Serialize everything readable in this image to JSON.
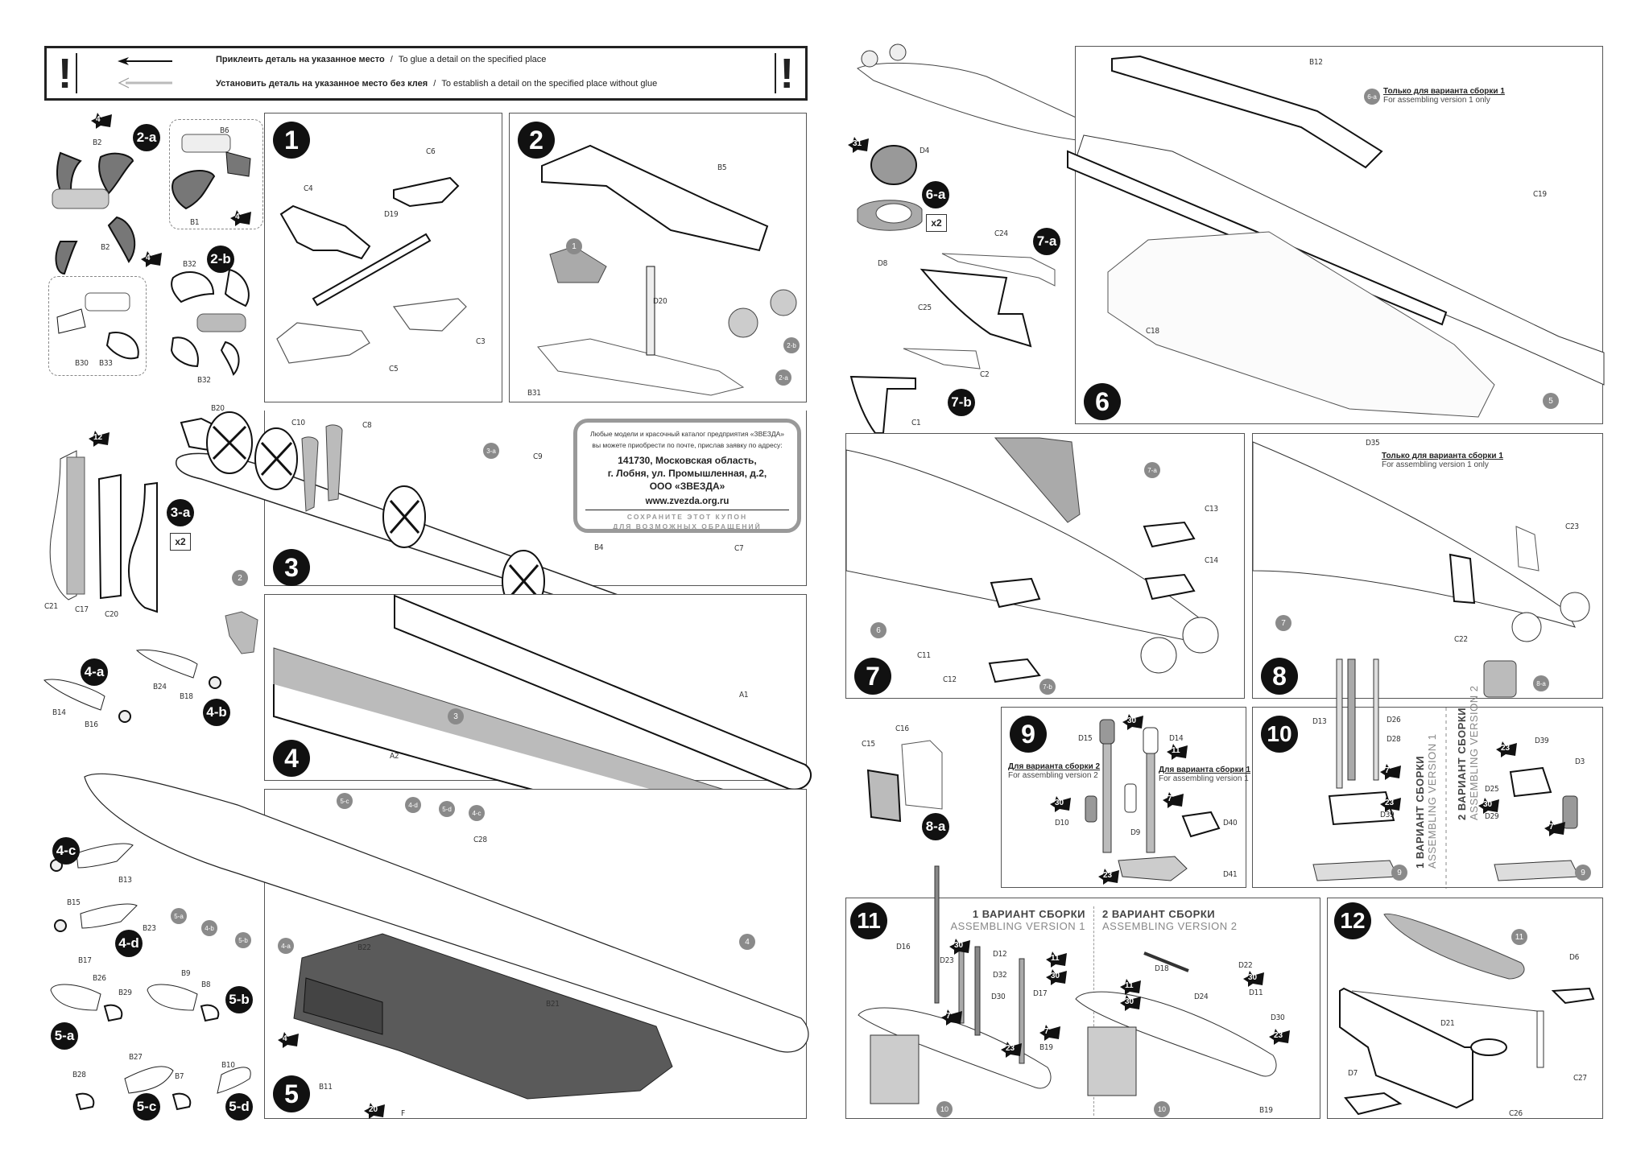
{
  "legend": {
    "glue_ru": "Приклеить деталь на указанное место",
    "glue_en": "To glue a detail on the specified place",
    "noglue_ru": "Установить деталь на указанное место без клея",
    "noglue_en": "To establish a detail on the specified place without glue",
    "separator": "/",
    "warning_mark": "!"
  },
  "coupon": {
    "line1": "Любые модели и красочный каталог предприятия «ЗВЕЗДА»",
    "line2": "вы можете приобрести по почте, прислав заявку по адресу:",
    "address1": "141730, Московская область,",
    "address2": "г. Лобня, ул. Промышленная, д.2,",
    "address3": "ООО «ЗВЕЗДА»",
    "website": "www.zvezda.org.ru",
    "keep1": "СОХРАНИТЕ ЭТОТ КУПОН",
    "keep2": "ДЛЯ ВОЗМОЖНЫХ ОБРАЩЕНИЙ"
  },
  "notes": {
    "only_v1_ru": "Только для варианта сборки 1",
    "only_v1_en": "For assembling version  1 only",
    "for_v1_ru": "Для варианта сборки 1",
    "for_v1_en": "For assembling version  1",
    "for_v2_ru": "Для варианта сборки 2",
    "for_v2_en": "For assembling version  2",
    "v1_title_ru": "1 ВАРИАНТ СБОРКИ",
    "v1_title_en": "ASSEMBLING VERSION  1",
    "v2_title_ru": "2 ВАРИАНТ СБОРКИ",
    "v2_title_en": "ASSEMBLING VERSION  2",
    "times_two": "x2"
  },
  "steps": {
    "s1": "1",
    "s2": "2",
    "s3": "3",
    "s4": "4",
    "s5": "5",
    "s6": "6",
    "s7": "7",
    "s8": "8",
    "s9": "9",
    "s10": "10",
    "s11": "11",
    "s12": "12"
  },
  "substeps": {
    "a2": "2-a",
    "b2": "2-b",
    "a3": "3-a",
    "a4": "4-a",
    "b4": "4-b",
    "c4": "4-c",
    "d4": "4-d",
    "a5": "5-a",
    "b5": "5-b",
    "c5": "5-c",
    "d5": "5-d",
    "a6": "6-a",
    "a7": "7-a",
    "b7": "7-b",
    "a8": "8-a"
  },
  "paint": {
    "p4": "4",
    "p7": "7",
    "p11": "11",
    "p12": "12",
    "p20": "20",
    "p23": "23",
    "p30": "30",
    "p31": "31"
  },
  "parts": {
    "step1": [
      "C6",
      "C4",
      "D19",
      "C3",
      "C5"
    ],
    "step2": [
      "B5",
      "D20",
      "B31"
    ],
    "sub2a": [
      "B2",
      "B2",
      "B6",
      "B1"
    ],
    "sub2b": [
      "B32",
      "B32",
      "B30",
      "B33"
    ],
    "step3": [
      "B20",
      "C10",
      "C8",
      "C9",
      "B4",
      "C7"
    ],
    "sub3a": [
      "C21",
      "C17",
      "C20"
    ],
    "sub4": [
      "B24",
      "B18",
      "B14",
      "B16",
      "B13",
      "B15",
      "B23",
      "B17"
    ],
    "sub5": [
      "B26",
      "B29",
      "B9",
      "B8",
      "B27",
      "B28",
      "B10",
      "B7"
    ],
    "step4": [
      "A1",
      "A2"
    ],
    "step5": [
      "C28",
      "B22",
      "B21",
      "B11",
      "F"
    ],
    "step6": [
      "B12",
      "C19",
      "C18"
    ],
    "sub6a": [
      "D4",
      "D8"
    ],
    "sub7a": [
      "C24",
      "C25"
    ],
    "sub7b": [
      "C2",
      "C1"
    ],
    "step7": [
      "C13",
      "C14",
      "C11",
      "C12"
    ],
    "sub8a": [
      "C16",
      "C15"
    ],
    "step8": [
      "D35",
      "C23",
      "C22"
    ],
    "step9": [
      "D15",
      "D14",
      "D10",
      "D9",
      "D40",
      "D41"
    ],
    "step10": [
      "D13",
      "D26",
      "D28",
      "D39",
      "D39",
      "D3",
      "D25",
      "D29"
    ],
    "step11_v1": [
      "D16",
      "D23",
      "D12",
      "D32",
      "D30",
      "D17",
      "B19"
    ],
    "step11_v2": [
      "D18",
      "D22",
      "D24",
      "D11",
      "D30",
      "B19"
    ],
    "step12": [
      "D6",
      "D21",
      "D7",
      "C27",
      "C26"
    ]
  },
  "refs": {
    "r1": "1",
    "r2": "2",
    "r3": "3",
    "r4": "4",
    "r5": "5",
    "r6": "6",
    "r7": "7",
    "r9": "9",
    "r10": "10",
    "r11": "11",
    "ra2": "2-a",
    "rb2": "2-b",
    "ra3": "3-a",
    "ra4": "4-a",
    "rb4": "4-b",
    "rc4": "4-c",
    "rd4": "4-d",
    "ra5": "5-a",
    "rb5": "5-b",
    "rc5": "5-c",
    "rd5": "5-d",
    "ra6": "6-a",
    "ra7": "7-a",
    "rb7": "7-b",
    "ra8": "8-a"
  },
  "colors": {
    "frame": "#222222",
    "panel_border": "#555555",
    "step_badge": "#111111",
    "ref_badge": "#8a8a8a",
    "part_gray": "#b8b8b8",
    "base_dark": "#555555"
  }
}
